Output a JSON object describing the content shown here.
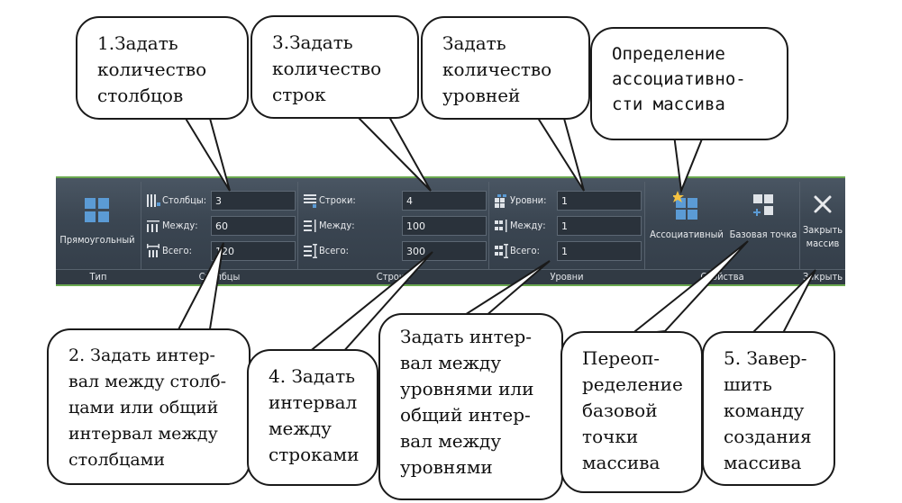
{
  "ribbon": {
    "type_group": {
      "button_label": "Прямоугольный",
      "group_label": "Тип"
    },
    "columns_group": {
      "group_label": "Столбцы",
      "rows": [
        {
          "label": "Столбцы:",
          "value": "3",
          "icon": "columns-icon"
        },
        {
          "label": "Между:",
          "value": "60",
          "icon": "column-spacing-icon"
        },
        {
          "label": "Всего:",
          "value": "120",
          "icon": "column-total-icon"
        }
      ]
    },
    "rows_group": {
      "group_label": "Строки",
      "rows": [
        {
          "label": "Строки:",
          "value": "4",
          "icon": "rows-icon"
        },
        {
          "label": "Между:",
          "value": "100",
          "icon": "row-spacing-icon"
        },
        {
          "label": "Всего:",
          "value": "300",
          "icon": "row-total-icon"
        }
      ]
    },
    "levels_group": {
      "group_label": "Уровни",
      "rows": [
        {
          "label": "Уровни:",
          "value": "1",
          "icon": "levels-icon"
        },
        {
          "label": "Между:",
          "value": "1",
          "icon": "level-spacing-icon"
        },
        {
          "label": "Всего:",
          "value": "1",
          "icon": "level-total-icon"
        }
      ]
    },
    "properties_group": {
      "group_label": "Свойства",
      "associative_label": "Ассоциативный",
      "base_point_label": "Базовая точка"
    },
    "close_group": {
      "group_label": "Закрыть",
      "close_label_line1": "Закрыть",
      "close_label_line2": "массив"
    }
  },
  "callouts": {
    "columns_count": "1.Задать\nколичество\nстолбцов",
    "rows_count": "3.Задать\nколичество\nстрок",
    "levels_count": "Задать\nколичество\nуровней",
    "associativity": "Определение\nассоциативно-\nсти массива",
    "column_interval": "2. Задать интер-\nвал между  столб-\nцами или общий\nинтервал между\nстолбцами",
    "row_interval": "4. Задать\nинтервал\nмежду\nстроками",
    "level_interval": "Задать интер-\nвал между\nуровнями или\nобщий интер-\nвал между\nуровнями",
    "base_point": "Переоп-\nределение\nбазовой\nточки\nмассива",
    "close_command": "5. Завер-\nшить\nкоманду\nсоздания\nмассива"
  },
  "colors": {
    "ribbon_bg": "#3b4652",
    "ribbon_border": "#6aa84f",
    "field_bg": "#2a323b",
    "icon_blue": "#5b9bd5"
  }
}
